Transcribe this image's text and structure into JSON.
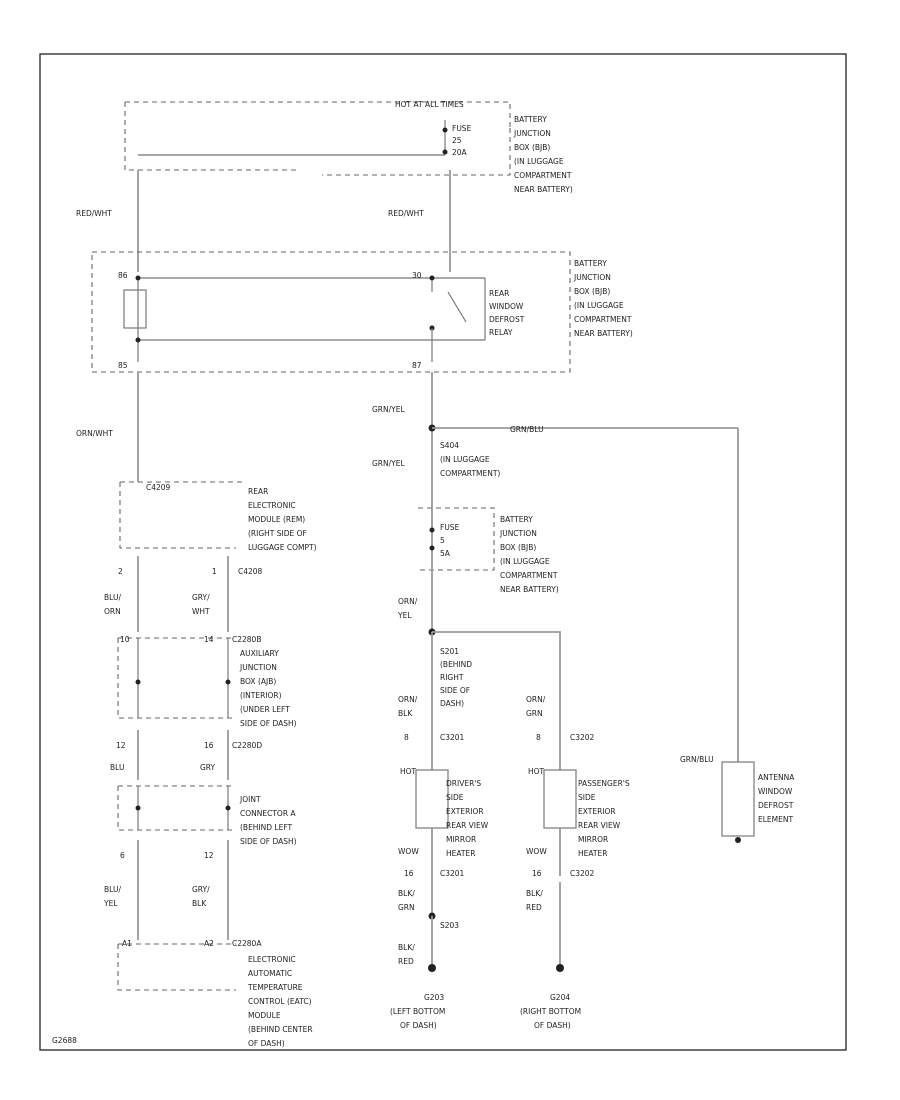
{
  "diagram": {
    "corner_id": "G2688",
    "hot_note": "HOT AT ALL TIMES",
    "colors": {
      "red_wht": "#ff7b7b",
      "orn_wht": "#f5c896",
      "grn_yel": "#8ee88a",
      "orn_yel": "#f7b77a",
      "blu_orn": "#6060f0",
      "blu": "#6a6aee",
      "blu_yel": "#7070f0",
      "yel": "#e8c850",
      "grn_blu_run": "#7fe39a",
      "antenna_feed": "#9ccfe6",
      "blk_red": "#c06060",
      "gray": "#9a9a9a"
    },
    "components": {
      "bjb_top": {
        "lines": [
          "BATTERY",
          "JUNCTION",
          "BOX (BJB)",
          "(IN LUGGAGE",
          "COMPARTMENT",
          "NEAR BATTERY)"
        ]
      },
      "bjb_mid": {
        "lines": [
          "BATTERY",
          "JUNCTION",
          "BOX (BJB)",
          "(IN LUGGAGE",
          "COMPARTMENT",
          "NEAR BATTERY)"
        ]
      },
      "bjb_low": {
        "lines": [
          "BATTERY",
          "JUNCTION",
          "BOX (BJB)",
          "(IN LUGGAGE",
          "COMPARTMENT",
          "NEAR BATTERY)"
        ]
      },
      "fuse_top": {
        "lines": [
          "FUSE",
          "25",
          "20A"
        ]
      },
      "fuse_low": {
        "lines": [
          "FUSE",
          "5",
          "5A"
        ]
      },
      "relay": {
        "lines": [
          "REAR",
          "WINDOW",
          "DEFROST",
          "RELAY"
        ]
      },
      "rem": {
        "lines": [
          "REAR",
          "ELECTRONIC",
          "MODULE (REM)",
          "(RIGHT SIDE OF",
          "LUGGAGE COMPT)"
        ]
      },
      "ajb": {
        "lines": [
          "AUXILIARY",
          "JUNCTION",
          "BOX (AJB)",
          "(INTERIOR)",
          "(UNDER LEFT",
          "SIDE OF DASH)"
        ]
      },
      "joint_conn": {
        "lines": [
          "JOINT",
          "CONNECTOR A",
          "(BEHIND LEFT",
          "SIDE OF DASH)"
        ]
      },
      "eatc": {
        "lines": [
          "ELECTRONIC",
          "AUTOMATIC",
          "TEMPERATURE",
          "CONTROL (EATC)",
          "MODULE",
          "(BEHIND CENTER",
          "OF DASH)"
        ]
      },
      "s404": {
        "lines": [
          "S404",
          "(IN LUGGAGE",
          "COMPARTMENT)"
        ]
      },
      "s201": {
        "lines": [
          "S201",
          "(BEHIND",
          "RIGHT",
          "SIDE OF",
          "DASH)"
        ]
      },
      "drv_heater": {
        "lines": [
          "DRIVER'S",
          "SIDE",
          "EXTERIOR",
          "REAR VIEW",
          "MIRROR",
          "HEATER"
        ]
      },
      "pass_heater": {
        "lines": [
          "PASSENGER'S",
          "SIDE",
          "EXTERIOR",
          "REAR VIEW",
          "MIRROR",
          "HEATER"
        ]
      },
      "antenna": {
        "lines": [
          "ANTENNA",
          "WINDOW",
          "DEFROST",
          "ELEMENT"
        ]
      },
      "g203": {
        "lines": [
          "G203",
          "(LEFT BOTTOM",
          "OF DASH)"
        ]
      },
      "g204": {
        "lines": [
          "G204",
          "(RIGHT BOTTOM",
          "OF DASH)"
        ]
      }
    },
    "wire_labels": {
      "red_wht_left": "RED/WHT",
      "red_wht_right": "RED/WHT",
      "orn_wht": "ORN/WHT",
      "grn_yel_1": "GRN/YEL",
      "grn_yel_2": "GRN/YEL",
      "grn_blu": "GRN/BLU",
      "orn_yel": [
        "ORN/",
        "YEL"
      ],
      "orn_blk": [
        "ORN/",
        "BLK"
      ],
      "orn_grn": [
        "ORN/",
        "GRN"
      ],
      "grn_blu_ant": "GRN/BLU",
      "blu_orn": [
        "BLU/",
        "ORN"
      ],
      "gry_wht": [
        "GRY/",
        "WHT"
      ],
      "blu": "BLU",
      "gry": "GRY",
      "blu_yel": [
        "BLU/",
        "YEL"
      ],
      "gry_blk": [
        "GRY/",
        "BLK"
      ],
      "blk_grn": [
        "BLK/",
        "GRN"
      ],
      "blk_red_1": [
        "BLK/",
        "RED"
      ],
      "blk_red_2": [
        "BLK/",
        "RED"
      ]
    },
    "connectors": {
      "c4209": "C4209",
      "c4208": "C4208",
      "c4209_pin": "2",
      "c4208_pin": "1",
      "c2280b": "C2280B",
      "c2280b_pins": [
        "10",
        "14"
      ],
      "c2280b_label": "C2280B",
      "c2280d": "C2280D",
      "c2280d_pins": [
        "12",
        "16"
      ],
      "c2280d_label": "C2280D",
      "joint_pins": [
        "6",
        "12"
      ],
      "c2280a_pins": [
        "A1",
        "A2"
      ],
      "c2280a": "C2280A",
      "c3201": "C3201",
      "c3201_pin": "8",
      "c3201_lower": "C3201",
      "c3201_lower_pin": "16",
      "c3202_pin": "8",
      "c3202": "C3202",
      "c3202_lower": "C3202",
      "c3202_lower_pin": "16",
      "bjb_pins": [
        "86",
        "85",
        "30",
        "87"
      ],
      "heater_terms": [
        "HOT",
        "WOW"
      ],
      "s203": "S203"
    }
  }
}
